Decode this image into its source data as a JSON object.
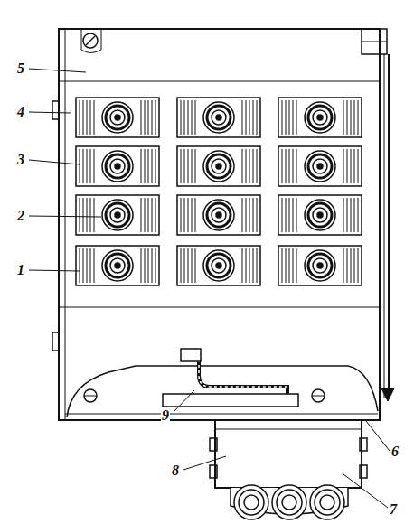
{
  "diagram": {
    "labels": [
      "5",
      "4",
      "3",
      "2",
      "1",
      "9",
      "8",
      "6",
      "7"
    ]
  }
}
